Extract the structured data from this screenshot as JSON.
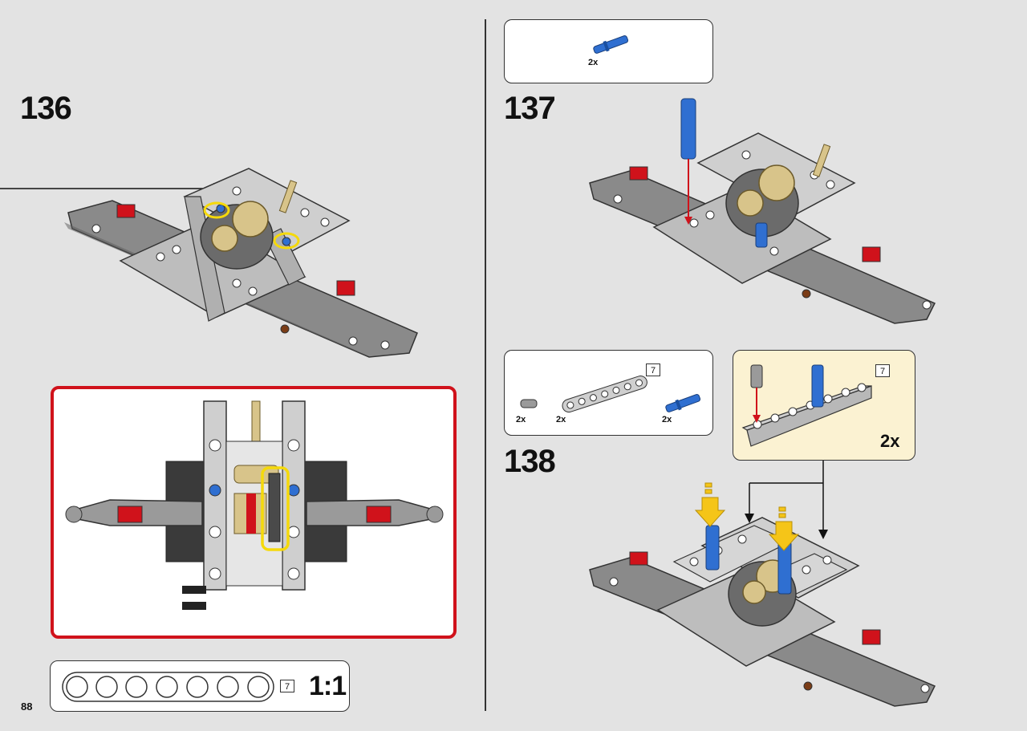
{
  "page": {
    "number": "88"
  },
  "steps": [
    {
      "number": "136"
    },
    {
      "number": "137"
    },
    {
      "number": "138"
    }
  ],
  "step136": {
    "ruler": {
      "length_label": "7",
      "scale_label": "1:1"
    }
  },
  "step137": {
    "parts": [
      {
        "name": "blue-axle-pin",
        "qty": "2x"
      }
    ]
  },
  "step138": {
    "parts": [
      {
        "name": "gray-bush",
        "qty": "2x"
      },
      {
        "name": "gray-beam-7",
        "qty": "2x",
        "length_label": "7"
      },
      {
        "name": "blue-axle-pin",
        "qty": "2x"
      }
    ],
    "subassembly": {
      "length_label": "7",
      "multiplier": "2x"
    }
  },
  "colors": {
    "background": "#e3e3e3",
    "callout_highlight": "#d0121b",
    "sub_callout_bg": "#fbf2d2",
    "lego_blue": "#2f6fd1",
    "lego_gray": "#9a9a9a",
    "lego_dark_gray": "#4a4a4a",
    "lego_red": "#d0121b",
    "lego_tan": "#d8c48a",
    "highlight_yellow": "#f5d90a"
  }
}
